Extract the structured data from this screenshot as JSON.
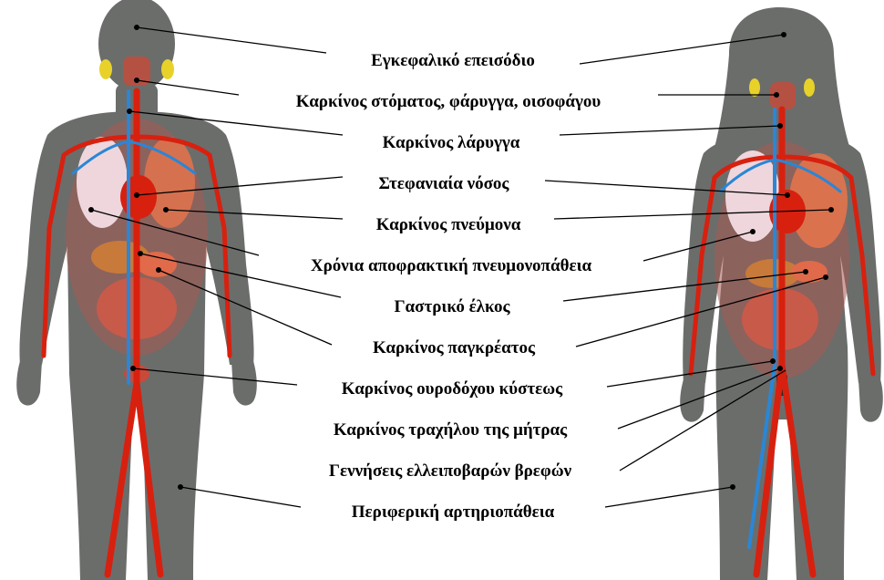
{
  "labels": [
    {
      "id": "stroke",
      "text": "Εγκεφαλικό επεισόδιο"
    },
    {
      "id": "oral-cancer",
      "text": "Καρκίνος στόματος, φάρυγγα, οισοφάγου"
    },
    {
      "id": "larynx-cancer",
      "text": "Καρκίνος λάρυγγα"
    },
    {
      "id": "coronary",
      "text": "Στεφανιαία νόσος"
    },
    {
      "id": "lung-cancer",
      "text": "Καρκίνος πνεύμονα"
    },
    {
      "id": "copd",
      "text": "Χρόνια αποφρακτική πνευμονοπάθεια"
    },
    {
      "id": "ulcer",
      "text": "Γαστρικό έλκος"
    },
    {
      "id": "pancreas-cancer",
      "text": "Καρκίνος παγκρέατος"
    },
    {
      "id": "bladder-cancer",
      "text": "Καρκίνος ουροδόχου κύστεως"
    },
    {
      "id": "cervix-cancer",
      "text": "Καρκίνος τραχήλου της μήτρας"
    },
    {
      "id": "low-birth-weight",
      "text": "Γεννήσεις ελλειποβαρών βρεφών"
    },
    {
      "id": "peripheral-artery",
      "text": "Περιφερική αρτηριοπάθεια"
    }
  ],
  "colors": {
    "body": "#6b6d6b",
    "artery": "#d8200f",
    "vein": "#2a86d6",
    "organ": "#e06a4a",
    "lung": "#eed6dc",
    "gland": "#e8d22a"
  }
}
